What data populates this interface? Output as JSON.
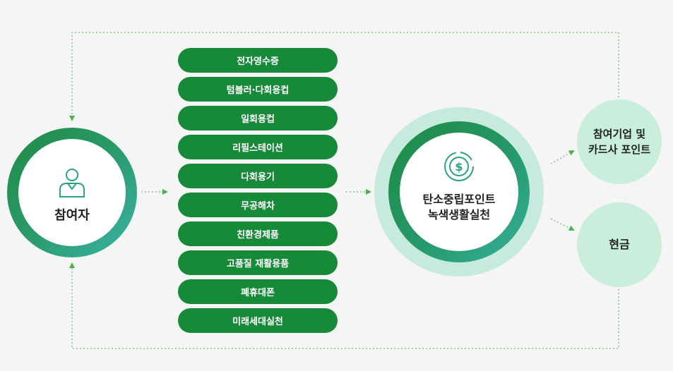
{
  "participant": {
    "label": "참여자",
    "icon": "person-icon"
  },
  "activities": [
    "전자영수증",
    "텀블러·다회용컵",
    "일회용컵",
    "리필스테이션",
    "다회용기",
    "무공해차",
    "친환경제품",
    "고품질 재활용품",
    "폐휴대폰",
    "미래세대실천"
  ],
  "program": {
    "line1": "탄소중립포인트",
    "line2": "녹색생활실천",
    "icon": "dollar-coin-icon"
  },
  "rewards": {
    "partner_line1": "참여기업 및",
    "partner_line2": "카드사 포인트",
    "cash": "현금"
  },
  "colors": {
    "primary_green": "#178a3a",
    "teal": "#3bb3a8",
    "mint": "#c9eedb",
    "line": "#4caf50"
  }
}
